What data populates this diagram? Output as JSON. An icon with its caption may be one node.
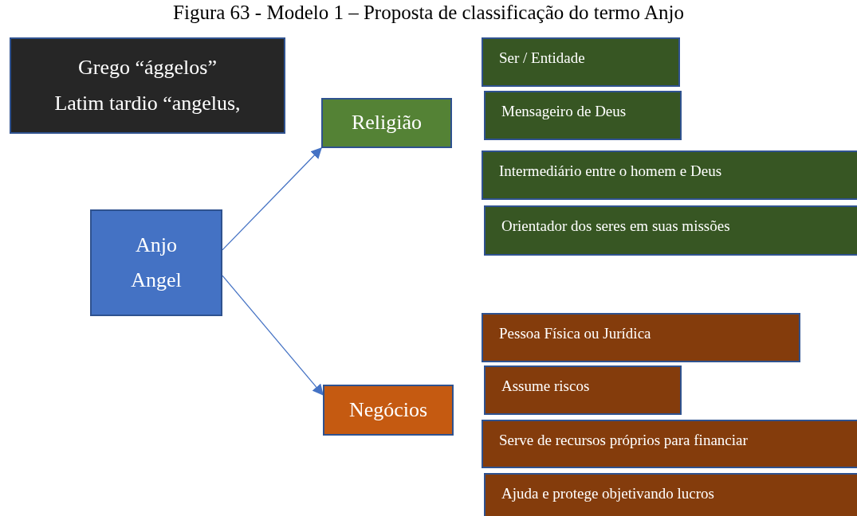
{
  "diagram": {
    "title": "Figura 63 - Modelo 1 – Proposta de classificação do termo Anjo",
    "nodes": [
      {
        "text": [
          "Grego “ággelos”",
          "Latim tardio “angelus,"
        ]
      },
      {
        "text": [
          "Anjo",
          "Angel"
        ]
      },
      {
        "text": [
          "Religião"
        ]
      },
      {
        "text": [
          "Negócios"
        ]
      },
      {
        "text": [
          "Ser / Entidade"
        ]
      },
      {
        "text": [
          "Mensageiro de Deus"
        ]
      },
      {
        "text": [
          "Intermediário entre o homem e Deus"
        ]
      },
      {
        "text": [
          "Orientador dos seres em suas missões"
        ]
      },
      {
        "text": [
          "Pessoa Física ou Jurídica"
        ]
      },
      {
        "text": [
          "Assume riscos"
        ]
      },
      {
        "text": [
          "Serve de recursos próprios para financiar"
        ]
      },
      {
        "text": [
          "Ajuda e protege objetivando lucros"
        ]
      }
    ],
    "edges": [
      {
        "from": 1,
        "to": 2,
        "arrow": "to"
      },
      {
        "from": 1,
        "to": 3,
        "arrow": "to"
      }
    ]
  }
}
